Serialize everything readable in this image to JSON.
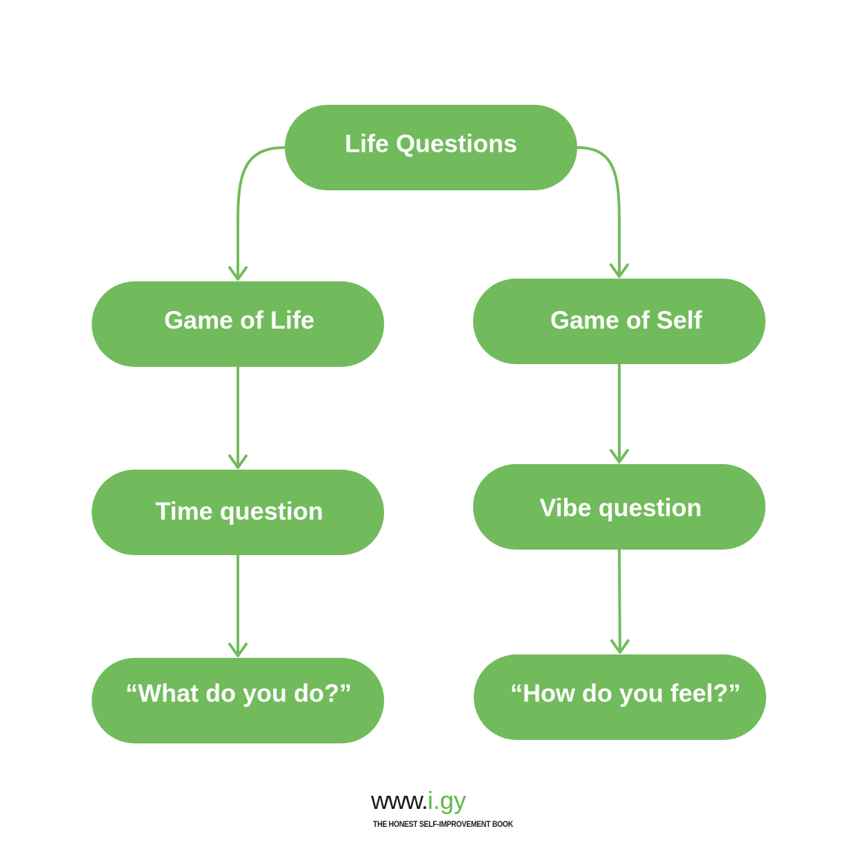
{
  "diagram": {
    "colors": {
      "node": "#72bb5c",
      "edge": "#72bb5c",
      "node_text": "#ffffff"
    },
    "nodes": {
      "root": "Life Questions",
      "left1": "Game of Life",
      "right1": "Game of Self",
      "left2": "Time question",
      "right2": "Vibe question",
      "left3": "“What do you do?”",
      "right3": "“How do you feel?”"
    },
    "edges": [
      [
        "root",
        "left1"
      ],
      [
        "root",
        "right1"
      ],
      [
        "left1",
        "left2"
      ],
      [
        "left2",
        "left3"
      ],
      [
        "right1",
        "right2"
      ],
      [
        "right2",
        "right3"
      ]
    ]
  },
  "footer": {
    "logo_www": "www.",
    "logo_domain": "i.gy",
    "tagline": "THE HONEST SELF-IMPROVEMENT BOOK"
  }
}
